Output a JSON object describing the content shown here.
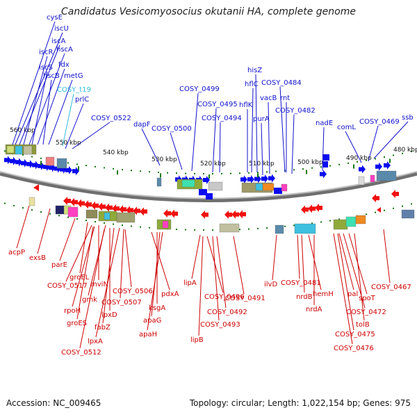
{
  "title": "Candidatus Vesicomyosocius okutanii HA, complete genome",
  "accession_text": "Accession: NC_009465",
  "summary_text": "Topology: circular; Length: 1,022,154 bp; Genes: 975",
  "colors": {
    "top_label": "#1010cc",
    "bottom_label": "#cc0000",
    "trna_label": "#33bbdd",
    "forward_gene": "#0a0af0",
    "reverse_gene": "#f01010",
    "backbone": "#8a8a8a",
    "tick": "#117711"
  },
  "kbp_scale": [
    "560 kbp",
    "550 kbp",
    "540 kbp",
    "530 kbp",
    "520 kbp",
    "510 kbp",
    "500 kbp",
    "490 kbp",
    "480 kbp"
  ],
  "top_labels": [
    "cysE",
    "iscU",
    "iscA",
    "iscR",
    "hscA",
    "iscS",
    "fdx",
    "hscB",
    "metG",
    "COSY_t19",
    "prlC",
    "COSY_0522",
    "dapF",
    "COSY_0500",
    "COSY_0499",
    "COSY_0495",
    "COSY_0494",
    "hisZ",
    "hflC",
    "hflK",
    "COSY_0484",
    "vacB",
    "rnt",
    "purA",
    "COSY_0482",
    "nadE",
    "comL",
    "COSY_0469",
    "ssb"
  ],
  "bottom_labels": [
    "acpP",
    "exsB",
    "parE",
    "groEL",
    "COSY_0517",
    "mviN",
    "gmk",
    "rpoH",
    "groES",
    "lpxD",
    "fabZ",
    "lpxA",
    "COSY_0512",
    "COSY_0506",
    "COSY_0507",
    "pdxA",
    "ksgA",
    "apaG",
    "apaH",
    "lipA",
    "lipB",
    "COSY_0496",
    "COSY_0493",
    "COSY_0492",
    "COSY_0491",
    "ilvD",
    "COSY_0481",
    "nrdB",
    "hemH",
    "nrdA",
    "pal",
    "spoT",
    "tolB",
    "COSY_0472",
    "COSY_0475",
    "COSY_0476",
    "COSY_0467"
  ]
}
